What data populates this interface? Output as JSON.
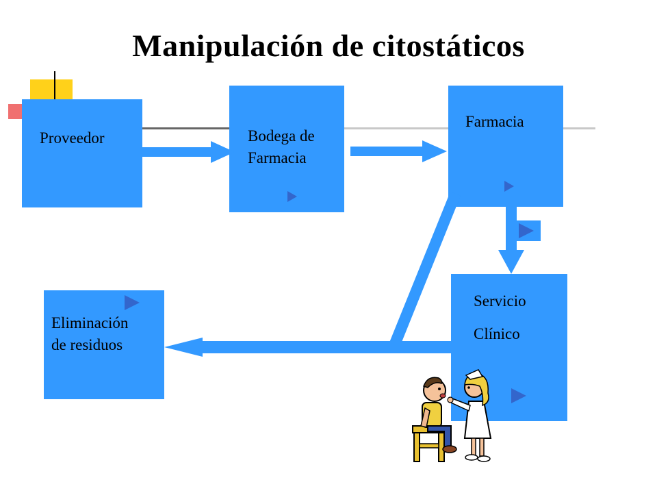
{
  "title": "Manipulación de citostáticos",
  "colors": {
    "box_fill": "#3399ff",
    "arrow_fill": "#3399ff",
    "marker_fill": "#3366cc",
    "accent_yellow": "#ffd11a",
    "accent_red": "#f07070"
  },
  "nodes": {
    "proveedor": "Proveedor",
    "bodega": "Bodega de\nFarmacia",
    "farmacia": "Farmacia",
    "servicio": "Servicio\nClínico",
    "eliminacion": "Eliminación\nde residuos"
  },
  "flow": [
    "Proveedor",
    "Bodega de Farmacia",
    "Farmacia",
    "Servicio Clínico",
    "Eliminación de residuos"
  ],
  "icons": [
    "play-marker-icon",
    "nurse-patient-clipart-icon"
  ]
}
